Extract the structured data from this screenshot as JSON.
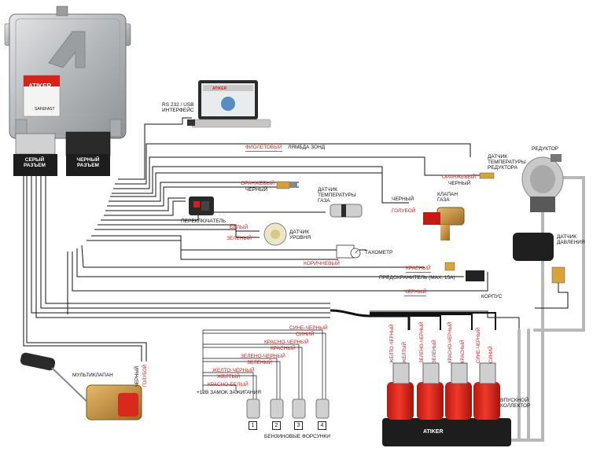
{
  "ecu": {
    "brand": "ATIKER",
    "tagline": "SAFEFAST",
    "left_connector": [
      "СЕРЫЙ",
      "РАЗЪЕМ"
    ],
    "right_connector": [
      "ЧЕРНЫЙ",
      "РАЗЪЕМ"
    ]
  },
  "laptop": {
    "caption": [
      "RS 232 / USB",
      "ИНТЕРФЕЙС"
    ],
    "screen_brand": "ATIKER"
  },
  "wires": {
    "violet": "ФИОЛЕТОВЫЙ",
    "lambda": "ЛЯМБДА ЗОНД",
    "orange1": "ОРАНЖЕВЫЙ",
    "black1": "ЧЕРНЫЙ",
    "orange2": "ОРАНЖЕВЫЙ",
    "black2": "ЧЕРНЫЙ",
    "black3": "ЧЕРНЫЙ",
    "blue1": "ГОЛУБОЙ",
    "white": "БЕЛЫЙ",
    "green": "ЗЕЛЕНЫЙ",
    "brown": "КОРИЧНЕВЫЙ",
    "red": "КРАСНЫЙ",
    "black4": "ЧЕРНЫЙ",
    "multi_black": "ЧЕРНЫЙ",
    "multi_blue": "ГОЛУБОЙ"
  },
  "components": {
    "reducer": "РЕДУКТОР",
    "reducer_temp": [
      "ДАТЧИК",
      "ТЕМПЕРАТУРЫ",
      "РЕДУКТОРА"
    ],
    "gas_temp": [
      "ДАТЧИК",
      "ТЕМПЕРАТУРЫ",
      "ГАЗА"
    ],
    "valve": [
      "КЛАПАН",
      "ГАЗА"
    ],
    "switch": "ПЕРЕКЛЮЧАТЕЛЬ",
    "level": [
      "ДАТЧИК",
      "УРОВНЯ"
    ],
    "tacho": "ТАХОМЕТР",
    "pressure": [
      "ДАТЧИК",
      "ДАВЛЕНИЯ"
    ],
    "fuse": "ПРЕДОХРАНИТЕЛЬ (MAX. 15A)",
    "ground": "КОРПУС",
    "intake": [
      "ВПУСКНОЙ",
      "КОЛЛЕКТОР"
    ],
    "multivalve": "МУЛЬТИКЛАПАН",
    "ignition": "+12В ЗАМОК ЗАЖИГАНИЯ",
    "petrol_injectors": "БЕНЗИНОВЫЕ ФОРСУНКИ",
    "rail_brand": "ATIKER"
  },
  "petrol_wires": [
    {
      "a": "СИНЕ-ЧЕРНЫЙ",
      "b": "СИНИЙ"
    },
    {
      "a": "КРАСНО-ЧЕРНЫЙ",
      "b": "КРАСНЫЙ"
    },
    {
      "a": "ЗЕЛЕНО-ЧЕРНЫЙ",
      "b": "ЗЕЛЕНЫЙ"
    },
    {
      "a": "ЖЕЛТО-ЧЕРНЫЙ",
      "b": "ЖЕЛТЫЙ"
    }
  ],
  "red_white": "КРАСНО-БЕЛЫЙ",
  "injector_numbers": [
    "1",
    "2",
    "3",
    "4"
  ],
  "gas_wires": [
    {
      "a": "ЖЕЛТО-ЧЕРНЫЙ",
      "b": "ЖЕЛТЫЙ"
    },
    {
      "a": "ЗЕЛЕНО-ЧЕРНЫЙ",
      "b": "ЗЕЛЕНЫЙ"
    },
    {
      "a": "КРАСНО-ЧЕРНЫЙ",
      "b": "КРАСНЫЙ"
    },
    {
      "a": "СИНЕ-ЧЕРНЫЙ",
      "b": "СИНИЙ"
    }
  ],
  "colors": {
    "wire": "#111111",
    "label_red": "#d42020",
    "injector_red": "#e02a1c",
    "ecu_silver": "#b9bcbf",
    "hose": "#d8d8d8"
  }
}
